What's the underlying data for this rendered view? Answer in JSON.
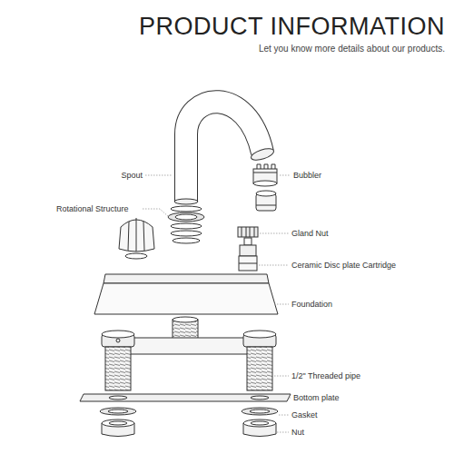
{
  "diagram": {
    "title": "PRODUCT INFORMATION",
    "labels": [
      "Let you know more details about our products.",
      "Spout",
      "Bubbler",
      "Rotational Structure",
      "Gland Nut",
      "Ceramic Disc plate Cartridge",
      "Foundation",
      "1/2\" Threaded pipe",
      "Bottom plate",
      "Gasket",
      "Nut"
    ]
  }
}
